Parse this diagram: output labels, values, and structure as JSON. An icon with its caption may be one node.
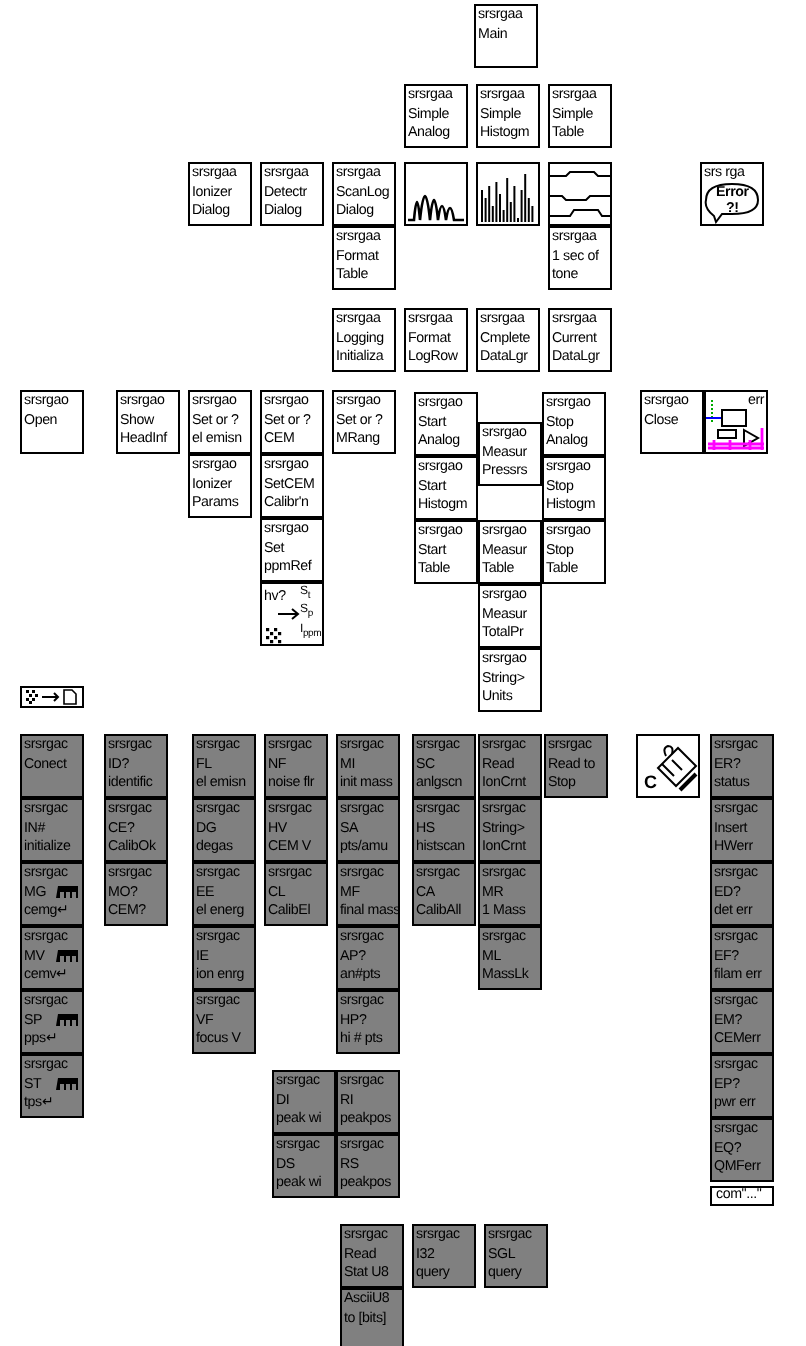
{
  "diagram": {
    "nodes": [
      {
        "text": [
          "srsrgaa Main"
        ]
      },
      {
        "text": [
          "srsrgaa Simple Analog"
        ]
      },
      {
        "text": [
          "srsrgaa Simple Histogm"
        ]
      },
      {
        "text": [
          "srsrgaa Simple Table"
        ]
      },
      {
        "text": [
          "srsrgaa Ionizer Dialog"
        ]
      },
      {
        "text": [
          "srsrgaa Detectr Dialog"
        ]
      },
      {
        "text": [
          "srsrgaa ScanLog Dialog"
        ]
      },
      {
        "text": [],
        "shape": "picture"
      },
      {
        "text": [],
        "shape": "picture"
      },
      {
        "text": [],
        "shape": "picture"
      },
      {
        "text": [
          "srs rga",
          "Error ?!"
        ]
      },
      {
        "text": [
          "srsrgaa Format Table"
        ]
      },
      {
        "text": [
          "srsrgaa 1 sec of tone"
        ]
      },
      {
        "text": [
          "srsrgaa Logging Initializa"
        ]
      },
      {
        "text": [
          "srsrgaa Format LogRow"
        ]
      },
      {
        "text": [
          "srsrgaa Cmplete DataLgr"
        ]
      },
      {
        "text": [
          "srsrgaa Current DataLgr"
        ]
      },
      {
        "text": [
          "srsrgao Open"
        ]
      },
      {
        "text": [
          "srsrgao Show HeadInf"
        ]
      },
      {
        "text": [
          "srsrgao Set or ? el emisn"
        ]
      },
      {
        "text": [
          "srsrgao Set or ? CEM"
        ]
      },
      {
        "text": [
          "srsrgao Set or ? MRang"
        ]
      },
      {
        "text": [
          "srsrgao Start Analog"
        ]
      },
      {
        "text": [
          "srsrgao Stop Analog"
        ]
      },
      {
        "text": [
          "srsrgao Close"
        ]
      },
      {
        "text": [
          "err"
        ]
      },
      {
        "text": [
          "srsrgao Measur Pressrs"
        ]
      },
      {
        "text": [
          "srsrgao Ionizer Params"
        ]
      },
      {
        "text": [
          "srsrgao SetCEM Calibr'n"
        ]
      },
      {
        "text": [
          "srsrgao Start Histogm"
        ]
      },
      {
        "text": [
          "srsrgao Stop Histogm"
        ]
      },
      {
        "text": [
          "srsrgao Set ppmRef"
        ]
      },
      {
        "text": [
          "srsrgao Start Table"
        ]
      },
      {
        "text": [
          "srsrgao Measur Table"
        ]
      },
      {
        "text": [
          "srsrgao Stop Table"
        ]
      },
      {
        "text": [
          "hv?",
          "S$_{t}$ S$_{p}$ I$_{ppm}$"
        ]
      },
      {
        "text": [
          "srsrgao Measur TotalPr"
        ]
      },
      {
        "text": [
          "srsrgao String> Units"
        ]
      },
      {
        "text": [],
        "shape": "picture"
      },
      {
        "text": [
          "srsrgac Conect"
        ]
      },
      {
        "text": [
          "srsrgac ID? identific"
        ]
      },
      {
        "text": [
          "srsrgac FL el emisn"
        ]
      },
      {
        "text": [
          "srsrgac NF noise flr"
        ]
      },
      {
        "text": [
          "srsrgac MI init mass"
        ]
      },
      {
        "text": [
          "srsrgac SC anlgscn"
        ]
      },
      {
        "text": [
          "srsrgac Read IonCrnt"
        ]
      },
      {
        "text": [
          "srsrgac Read to Stop"
        ]
      },
      {
        "text": [
          "C"
        ]
      },
      {
        "text": [
          "srsrgac ER? status"
        ]
      },
      {
        "text": [
          "srsrgac IN# initialize"
        ]
      },
      {
        "text": [
          "srsrgac CE? CalibOk"
        ]
      },
      {
        "text": [
          "srsrgac DG degas"
        ]
      },
      {
        "text": [
          "srsrgac HV CEM V"
        ]
      },
      {
        "text": [
          "srsrgac SA pts/amu"
        ]
      },
      {
        "text": [
          "srsrgac HS histscan"
        ]
      },
      {
        "text": [
          "srsrgac String> IonCrnt"
        ]
      },
      {
        "text": [
          "srsrgac Insert HWerr"
        ]
      },
      {
        "text": [
          "srsrgac MG cemg↵"
        ]
      },
      {
        "text": [
          "srsrgac MO? CEM?"
        ]
      },
      {
        "text": [
          "srsrgac EE el energ"
        ]
      },
      {
        "text": [
          "srsrgac CL CalibEl"
        ]
      },
      {
        "text": [
          "srsrgac MF final mass"
        ]
      },
      {
        "text": [
          "srsrgac CA CalibAll"
        ]
      },
      {
        "text": [
          "srsrgac MR 1 Mass"
        ]
      },
      {
        "text": [
          "srsrgac ED? det err"
        ]
      },
      {
        "text": [
          "srsrgac MV cemv↵"
        ]
      },
      {
        "text": [
          "srsrgac IE ion enrg"
        ]
      },
      {
        "text": [
          "srsrgac AP? an#pts"
        ]
      },
      {
        "text": [
          "srsrgac ML MassLk"
        ]
      },
      {
        "text": [
          "srsrgac EF? filam err"
        ]
      },
      {
        "text": [
          "srsrgac SP pps↵"
        ]
      },
      {
        "text": [
          "srsrgac VF focus V"
        ]
      },
      {
        "text": [
          "srsrgac HP? hi # pts"
        ]
      },
      {
        "text": [
          "srsrgac EM? CEMerr"
        ]
      },
      {
        "text": [
          "srsrgac ST tps↵"
        ]
      },
      {
        "text": [
          "srsrgac EP? pwr err"
        ]
      },
      {
        "text": [
          "srsrgac DI peak wi"
        ]
      },
      {
        "text": [
          "srsrgac RI peakpos"
        ]
      },
      {
        "text": [
          "srsrgac EQ? QMFerr"
        ]
      },
      {
        "text": [
          "srsrgac DS peak wi"
        ]
      },
      {
        "text": [
          "srsrgac RS peakpos"
        ]
      },
      {
        "text": [
          "com\"...\""
        ]
      },
      {
        "text": [
          "srsrgac Read Stat U8"
        ]
      },
      {
        "text": [
          "srsrgac I32 query"
        ]
      },
      {
        "text": [
          "srsrgac SGL query"
        ]
      },
      {
        "text": [
          "AsciiU8 to [bits]"
        ]
      }
    ]
  }
}
